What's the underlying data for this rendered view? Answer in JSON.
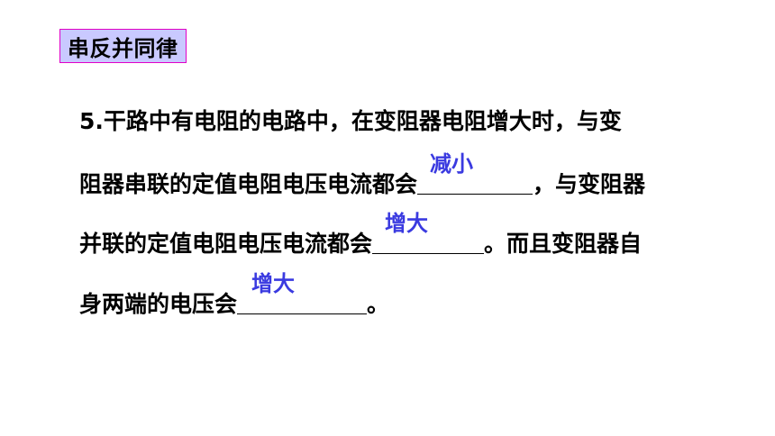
{
  "title": "串反并同律",
  "question": {
    "line1": "5.干路中有电阻的电路中，在变阻器电阻增大时，与变",
    "line2_before": "阻器串联的定值电阻电压电流都会",
    "line2_after": "，与变阻器",
    "line3_before": "并联的定值电阻电压电流都会",
    "line3_after": "。而且变阻器自",
    "line4_before": "身两端的电压会",
    "line4_after": "。"
  },
  "answers": {
    "blank1": "减小",
    "blank2": "增大",
    "blank3": "增大"
  },
  "colors": {
    "title_background": "#c9c9ff",
    "title_border": "#e000c8",
    "answer_text": "#3a3ae0",
    "body_text": "#000000"
  }
}
